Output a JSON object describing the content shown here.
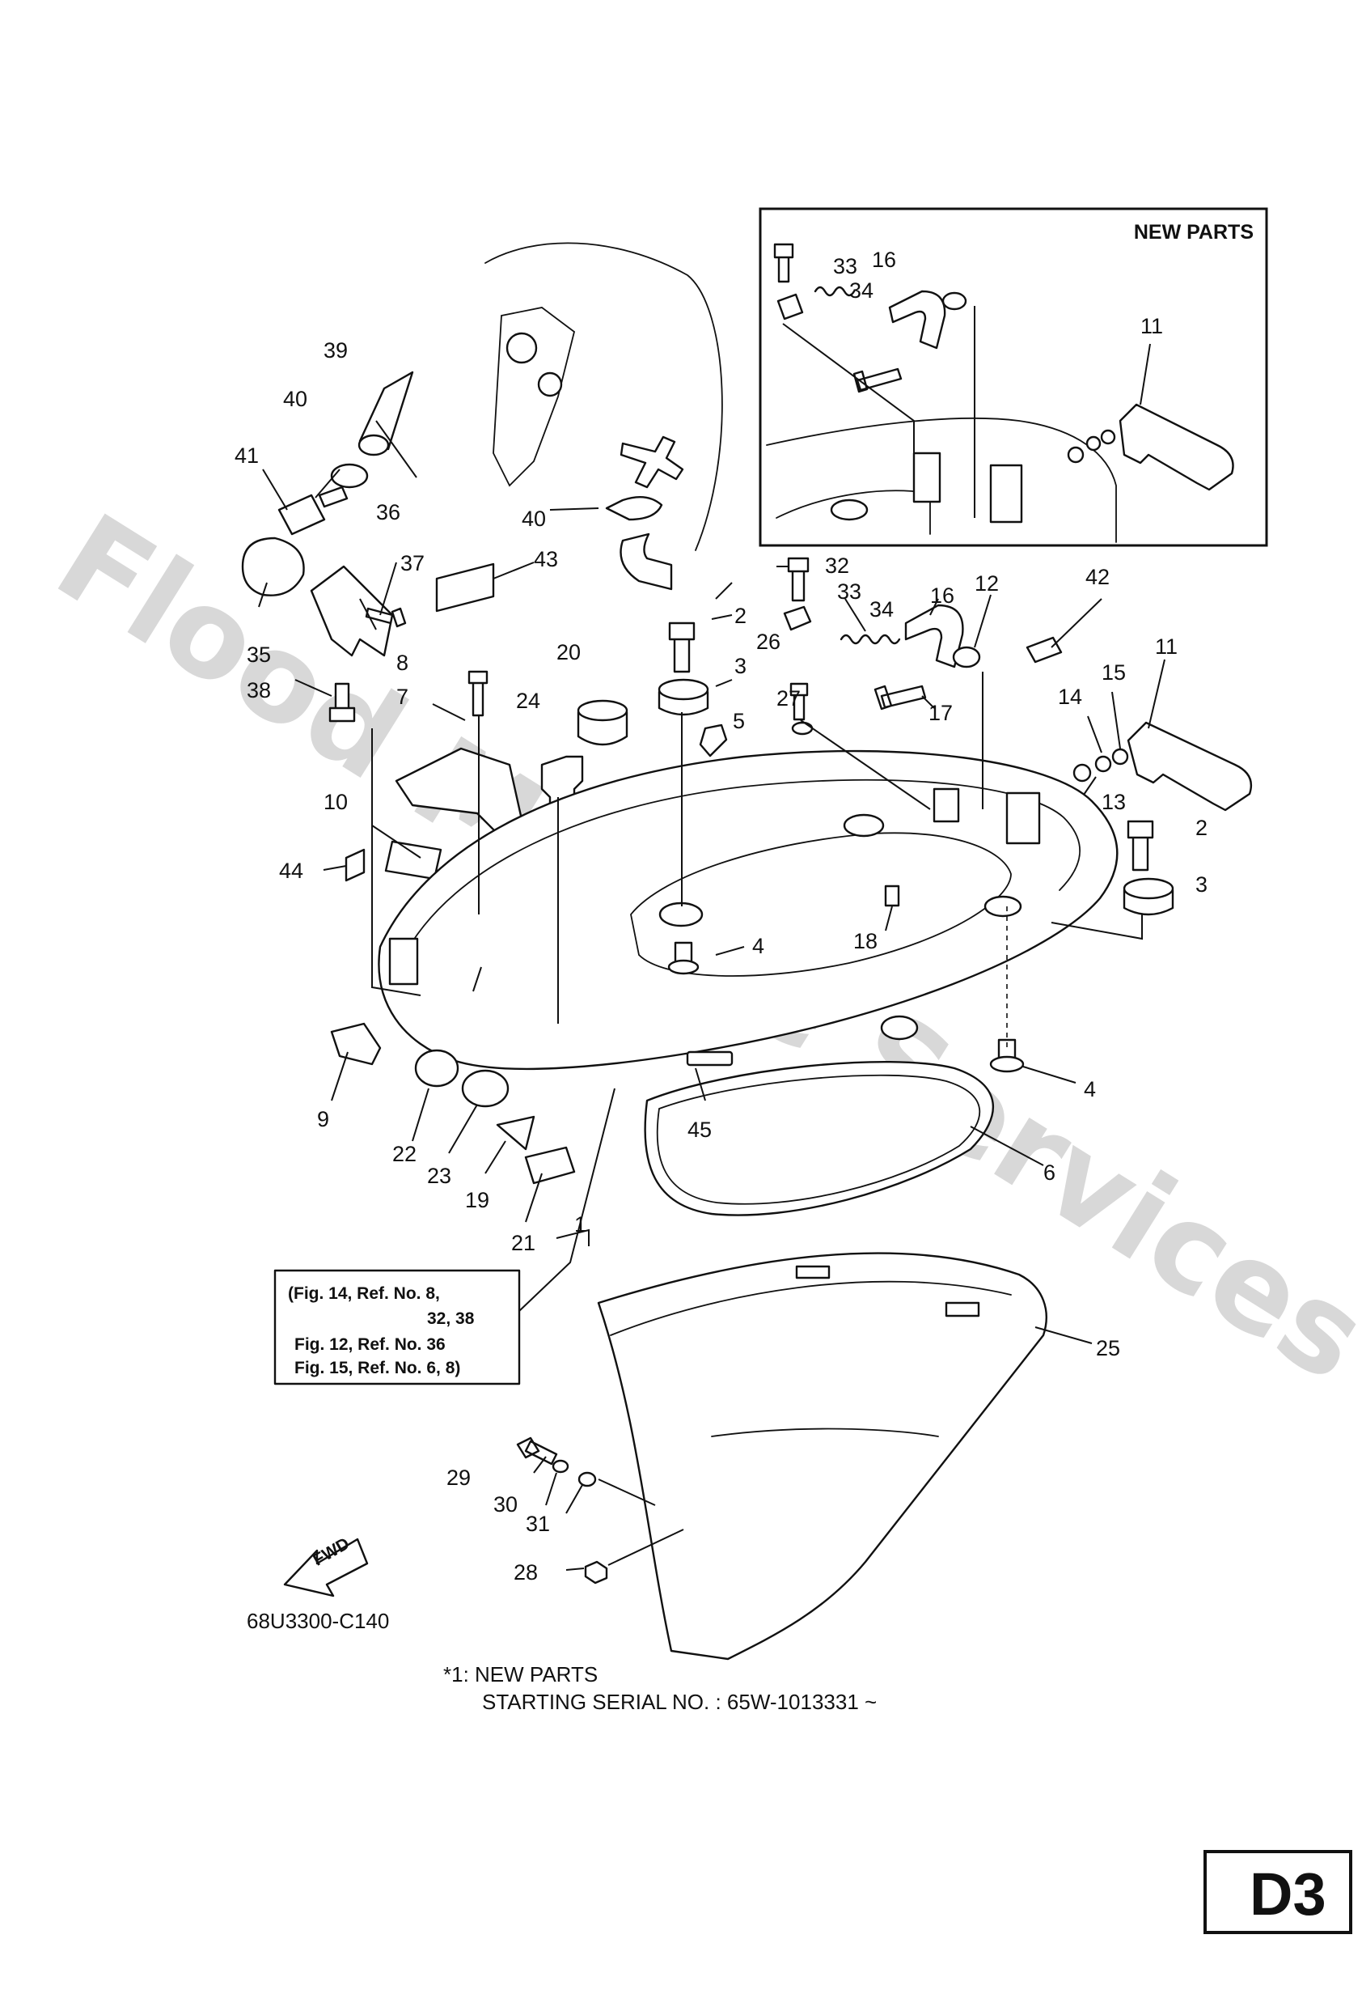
{
  "watermark": "Flood Marine Services",
  "inset": {
    "title": "NEW PARTS"
  },
  "callouts": {
    "c1": "1",
    "c2a": "2",
    "c2b": "2",
    "c3a": "3",
    "c3b": "3",
    "c4a": "4",
    "c4b": "4",
    "c5": "5",
    "c6": "6",
    "c7": "7",
    "c8": "8",
    "c9": "9",
    "c10": "10",
    "c11a": "11",
    "c11b": "11",
    "c12": "12",
    "c13": "13",
    "c14": "14",
    "c15": "15",
    "c16a": "16",
    "c16b": "16",
    "c17": "17",
    "c18": "18",
    "c19": "19",
    "c20": "20",
    "c21": "21",
    "c22": "22",
    "c23": "23",
    "c24": "24",
    "c25": "25",
    "c26": "26",
    "c27": "27",
    "c28": "28",
    "c29": "29",
    "c30": "30",
    "c31": "31",
    "c32": "32",
    "c33a": "33",
    "c33b": "33",
    "c34a": "34",
    "c34b": "34",
    "c35": "35",
    "c36": "36",
    "c37": "37",
    "c38": "38",
    "c39": "39",
    "c40a": "40",
    "c40b": "40",
    "c41": "41",
    "c42": "42",
    "c43": "43",
    "c44": "44",
    "c45": "45"
  },
  "reference_note": {
    "line1": "(Fig. 14, Ref. No. 8,",
    "line2": "32, 38",
    "line3": "Fig. 12, Ref. No. 36",
    "line4": "Fig. 15, Ref. No. 6, 8)"
  },
  "fwd_label": "FWD",
  "drawing_code": "68U3300-C140",
  "footnote": {
    "line1": "*1: NEW PARTS",
    "line2": "STARTING SERIAL NO. : 65W-1013331 ~"
  },
  "page_code": "D3"
}
